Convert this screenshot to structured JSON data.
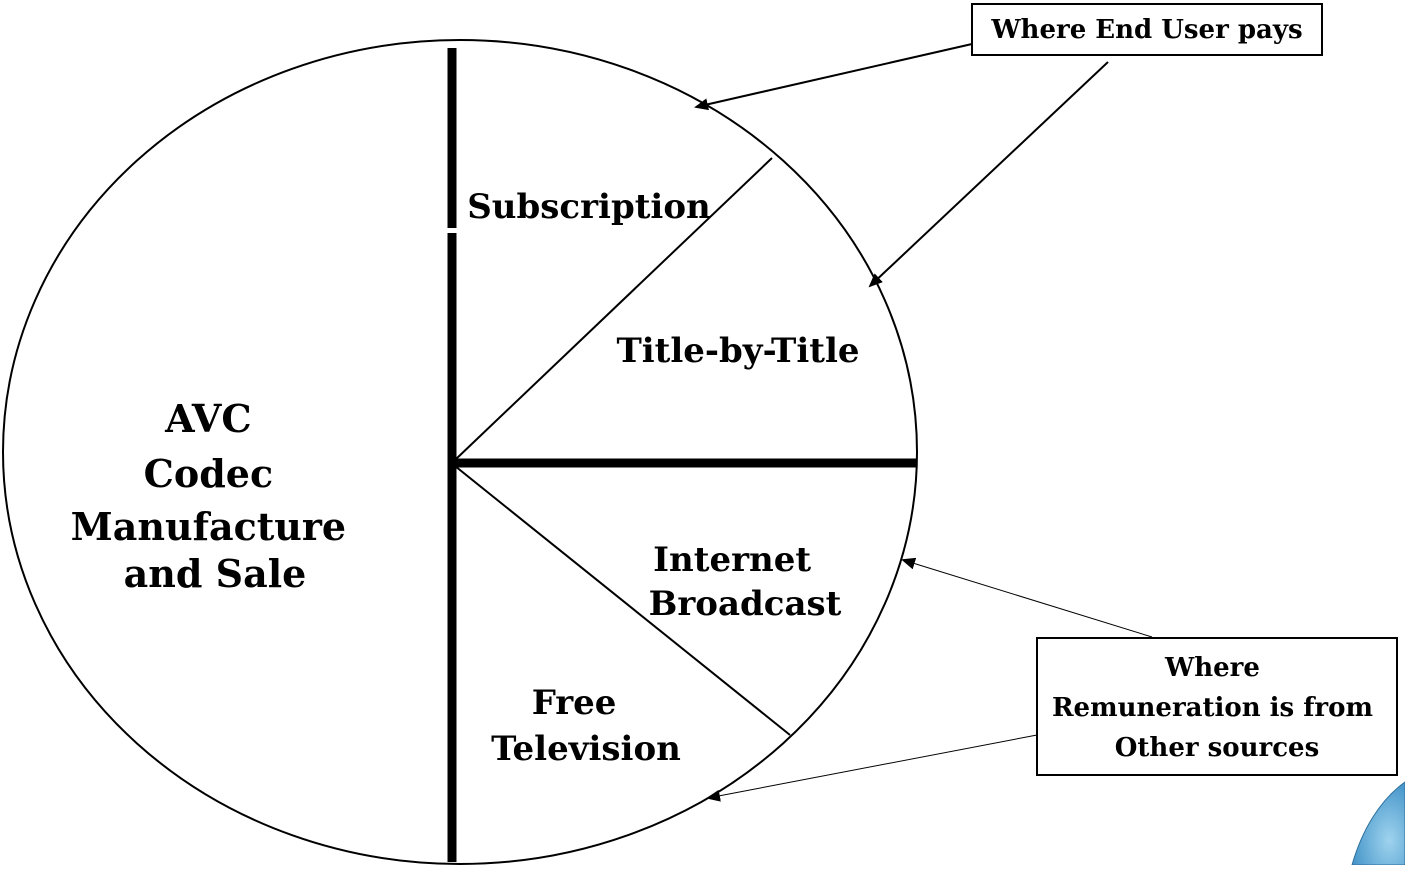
{
  "diagram": {
    "left_half_label": [
      "AVC",
      "Codec",
      "Manufacture",
      "and Sale"
    ],
    "segments": {
      "subscription": "Subscription",
      "title_by_title": "Title-by-Title",
      "internet_broadcast": [
        "Internet",
        "Broadcast"
      ],
      "free_television": [
        "Free",
        "Television"
      ]
    },
    "callouts": {
      "end_user_pays": "Where End User pays",
      "other_sources": [
        "Where",
        "Remuneration is from",
        "Other sources"
      ]
    }
  },
  "colors": {
    "lines": "#000000",
    "background": "#ffffff",
    "corner_decoration": "#5aa9d6"
  }
}
